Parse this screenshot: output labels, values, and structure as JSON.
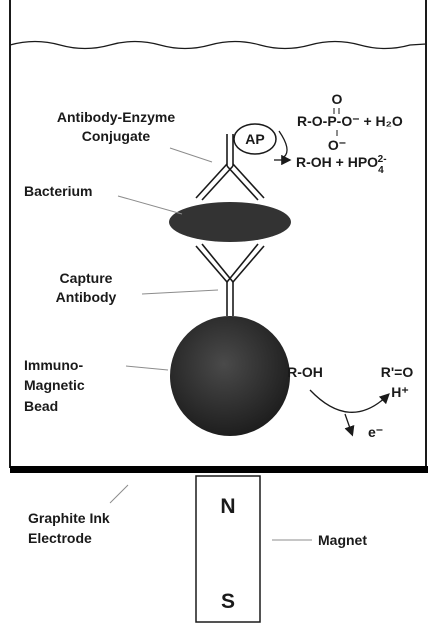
{
  "labels": {
    "conjugate": [
      "Antibody-Enzyme",
      "Conjugate"
    ],
    "bacterium": "Bacterium",
    "capture": [
      "Capture",
      "Antibody"
    ],
    "bead": [
      "Immuno-",
      "Magnetic",
      "Bead"
    ],
    "electrode": [
      "Graphite Ink",
      "Electrode"
    ],
    "magnet": "Magnet"
  },
  "enzyme": {
    "label": "AP"
  },
  "reaction": {
    "substrate_line1": "O",
    "substrate_line2": "R-O-P-O⁻ + H₂O",
    "substrate_line3": "O⁻",
    "products": "R-OH + HPO",
    "products_sub": "4",
    "products_sup": "2-"
  },
  "electrochem": {
    "reactant": "R-OH",
    "product": "R'=O",
    "proton": "H⁺",
    "electron": "e⁻"
  },
  "magnet_poles": {
    "north": "N",
    "south": "S"
  },
  "colors": {
    "ink": "#1a1a1a",
    "bead": "#2b2b2b",
    "bacterium": "#333333",
    "gray_line": "#8c8c8c"
  }
}
